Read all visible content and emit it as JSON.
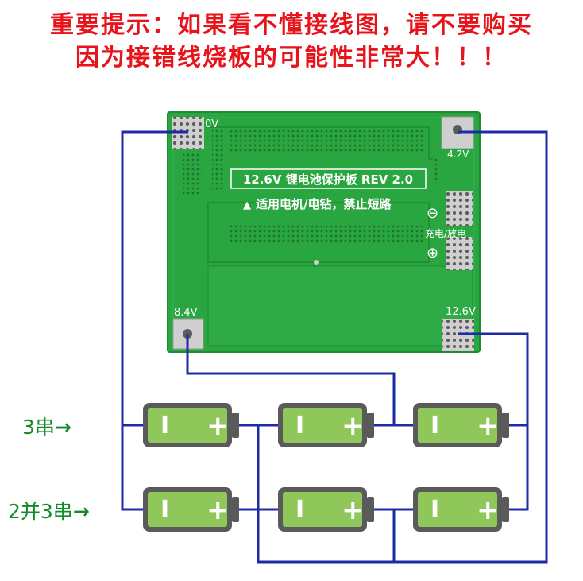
{
  "warning": {
    "line1": "重要提示：如果看不懂接线图，请不要购买",
    "line2": "因为接错线烧板的可能性非常大！！！"
  },
  "board": {
    "title": "12.6V 锂电池保护板 REV 2.0",
    "note": "适用电机/电钻，禁止短路",
    "minus_symbol": "⊖",
    "plus_symbol": "⊕",
    "charge_discharge": "充电/放电",
    "pad_0v": "0V",
    "pad_4v2": "4.2V",
    "pad_8v4": "8.4V",
    "pad_12v6": "12.6V"
  },
  "battery": {
    "minus": "I",
    "plus": "+"
  },
  "rows": {
    "series3": "3串",
    "parallel2_series3": "2并3串",
    "arrow": "→"
  },
  "colors": {
    "warning": "#e8141b",
    "pcb": "#2aa640",
    "wire": "#1f2ba6",
    "battery_body": "#8fc75a",
    "row_label": "#138a2b"
  }
}
